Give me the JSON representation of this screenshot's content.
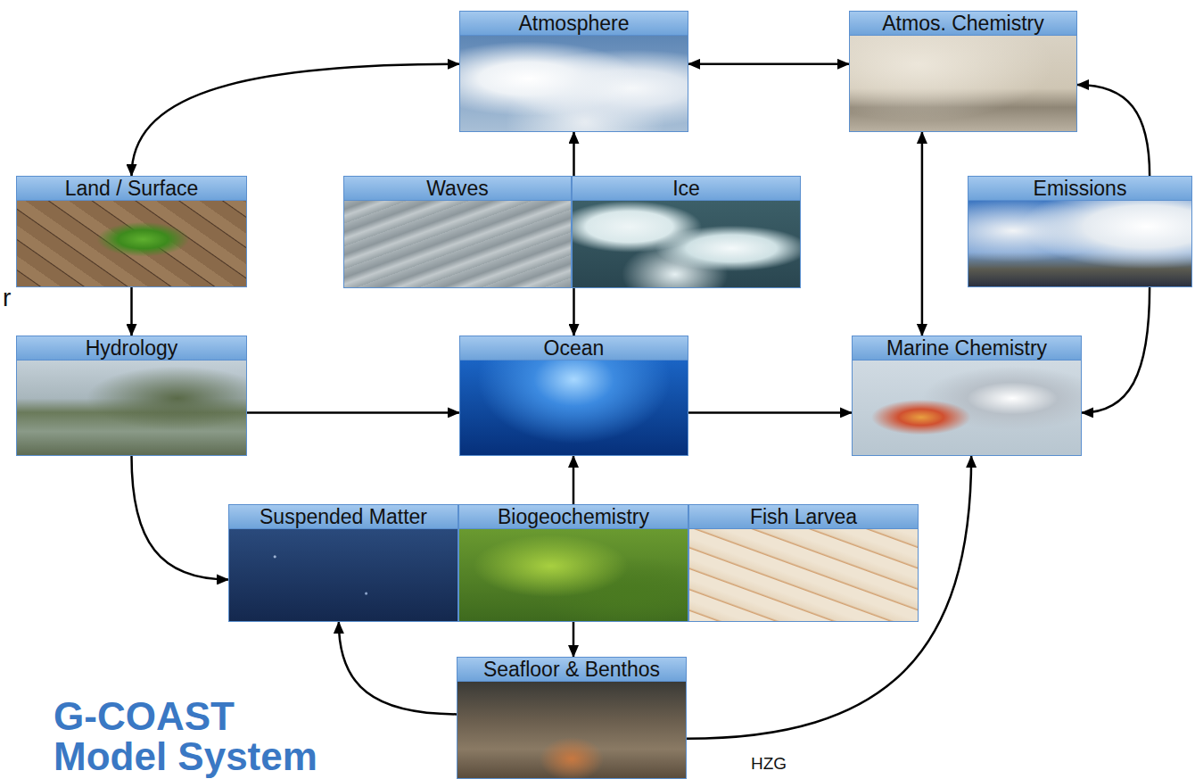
{
  "diagram": {
    "title": "G-COAST Model System",
    "nodes": [
      {
        "text": [
          "Atmosphere"
        ]
      },
      {
        "text": [
          "Atmos. Chemistry"
        ]
      },
      {
        "text": [
          "Land / Surface"
        ]
      },
      {
        "text": [
          "Waves"
        ]
      },
      {
        "text": [
          "Ice"
        ]
      },
      {
        "text": [
          "Emissions"
        ]
      },
      {
        "text": [
          "Hydrology"
        ]
      },
      {
        "text": [
          "Ocean"
        ]
      },
      {
        "text": [
          "Marine Chemistry"
        ]
      },
      {
        "text": [
          "Suspended Matter"
        ]
      },
      {
        "text": [
          "Biogeochemistry"
        ]
      },
      {
        "text": [
          "Fish Larvea"
        ]
      },
      {
        "text": [
          "Seafloor & Benthos"
        ]
      }
    ],
    "edges": [
      {
        "from": 0,
        "to": 1,
        "arrow": "both"
      },
      {
        "from": 0,
        "to": 2,
        "arrow": "both"
      },
      {
        "from": 2,
        "to": 6,
        "arrow": "to"
      },
      {
        "from": 0,
        "to": 7,
        "arrow": "both"
      },
      {
        "from": 1,
        "to": 8,
        "arrow": "both"
      },
      {
        "from": 5,
        "to": 1,
        "arrow": "to"
      },
      {
        "from": 5,
        "to": 8,
        "arrow": "to"
      },
      {
        "from": 6,
        "to": 7,
        "arrow": "to"
      },
      {
        "from": 7,
        "to": 8,
        "arrow": "to"
      },
      {
        "from": 6,
        "to": 9,
        "arrow": "to"
      },
      {
        "from": 10,
        "to": 7,
        "arrow": "to"
      },
      {
        "from": 10,
        "to": 12,
        "arrow": "to"
      },
      {
        "from": 12,
        "to": 9,
        "arrow": "to"
      },
      {
        "from": 12,
        "to": 8,
        "arrow": "to"
      }
    ],
    "labels": [
      "r",
      "HZG"
    ]
  }
}
